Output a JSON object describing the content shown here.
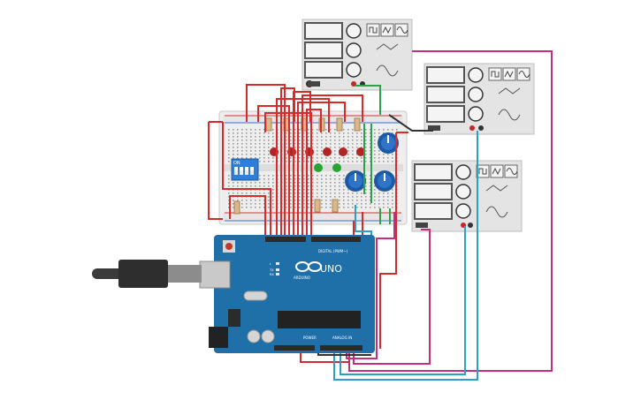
{
  "board": {
    "logo_text": "UNO",
    "brand_text": "ARDUINO",
    "digital_label": "DIGITAL (PWM~)",
    "power_label": "POWER",
    "analog_label": "ANALOG IN",
    "tx_label": "TX",
    "rx_label": "RX",
    "l_label": "L"
  },
  "dip_switch": {
    "label": "ON",
    "positions": [
      "1",
      "2",
      "3",
      "4"
    ]
  },
  "function_generators": [
    {
      "id": "fg1",
      "waveforms": [
        "square",
        "triangle",
        "sine"
      ]
    },
    {
      "id": "fg2",
      "waveforms": [
        "square",
        "triangle",
        "sine"
      ]
    },
    {
      "id": "fg3",
      "waveforms": [
        "square",
        "triangle",
        "sine"
      ]
    }
  ],
  "colors": {
    "board": "#1f6fa8",
    "wire_red": "#d62b2b",
    "wire_green": "#2aa34a",
    "wire_magenta": "#c2307d",
    "wire_cyan": "#2a9fc9",
    "wire_dark": "#333333",
    "potentiometer": "#1d5aa6",
    "led_red": "#b32424",
    "led_green": "#27a532"
  }
}
